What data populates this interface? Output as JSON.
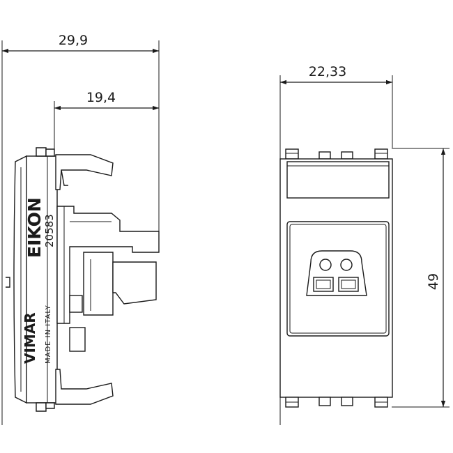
{
  "dimensions": {
    "overall_depth": "29,9",
    "body_depth": "19,4",
    "front_width": "22,33",
    "front_height": "49"
  },
  "side_view": {
    "brand": "EIKON",
    "code": "20583",
    "maker": "VIMAR",
    "origin": "MADE IN ITALY"
  },
  "colors": {
    "line": "#1a1a1a",
    "background": "#ffffff"
  }
}
